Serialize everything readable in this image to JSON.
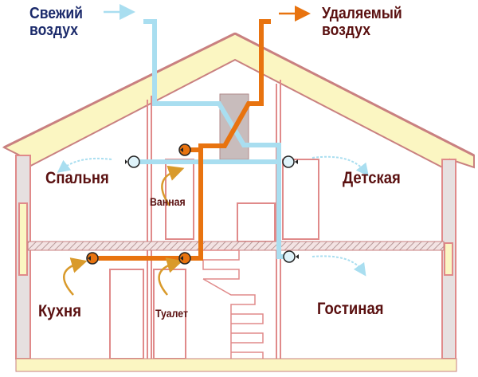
{
  "labels": {
    "fresh_air": [
      "Свежий",
      "воздух"
    ],
    "exhaust_air": [
      "Удаляемый",
      "воздух"
    ]
  },
  "rooms": {
    "bedroom": "Спальня",
    "kids_room": "Детская",
    "bathroom": "Ванная",
    "kitchen": "Кухня",
    "toilet": "Туалет",
    "living_room": "Гостиная"
  },
  "colors": {
    "fresh_air": "#a9def0",
    "exhaust_air": "#e8730f",
    "fresh_label": "#1b2a6b",
    "exhaust_label": "#5a1010",
    "wall": "#e08a8a",
    "insulation": "#fbf6c2"
  }
}
